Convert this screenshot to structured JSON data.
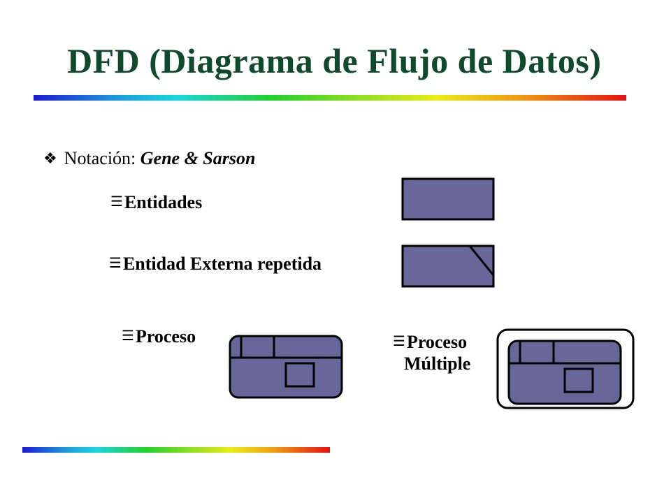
{
  "slide": {
    "title": "DFD (Diagrama de Flujo de Datos)",
    "title_color": "#0f4a2e",
    "shape_fill": "#666699",
    "shape_stroke": "#000000",
    "bullet": {
      "icon": "diamond-fleuron-icon",
      "glyph": "❖",
      "label": "Notación: ",
      "notation": "Gene & Sarson"
    },
    "items": [
      {
        "icon": "list-glyph-icon",
        "glyph": "☰",
        "label": "Entidades"
      },
      {
        "icon": "list-glyph-icon",
        "glyph": "☰",
        "label": "Entidad Externa repetida"
      },
      {
        "icon": "list-glyph-icon",
        "glyph": "☰",
        "label": "Proceso"
      },
      {
        "icon": "list-glyph-icon",
        "glyph": "☰",
        "label_line1": "Proceso",
        "label_line2": "Múltiple"
      }
    ]
  }
}
